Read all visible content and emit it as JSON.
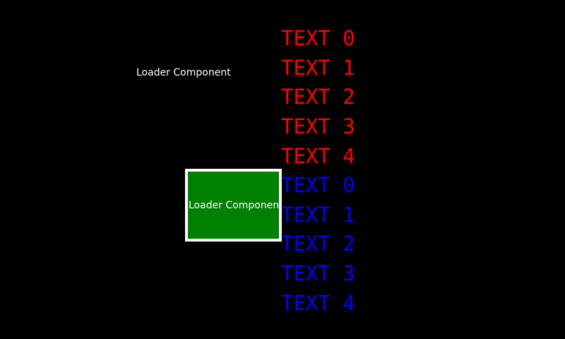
{
  "app": {
    "background_color": "#000000"
  },
  "floating_label": {
    "text": "Loader Component",
    "color": "#ffffff"
  },
  "loader_box": {
    "label": "Loader Component",
    "fill_color": "#008000",
    "border_color": "#ffffff",
    "label_color": "#ffffff"
  },
  "text_list": {
    "items": [
      {
        "label": "TEXT 0",
        "color": "#ff0000"
      },
      {
        "label": "TEXT 1",
        "color": "#ff0000"
      },
      {
        "label": "TEXT 2",
        "color": "#ff0000"
      },
      {
        "label": "TEXT 3",
        "color": "#ff0000"
      },
      {
        "label": "TEXT 4",
        "color": "#ff0000"
      },
      {
        "label": "TEXT 0",
        "color": "#0000ff"
      },
      {
        "label": "TEXT 1",
        "color": "#0000ff"
      },
      {
        "label": "TEXT 2",
        "color": "#0000ff"
      },
      {
        "label": "TEXT 3",
        "color": "#0000ff"
      },
      {
        "label": "TEXT 4",
        "color": "#0000ff"
      }
    ]
  }
}
